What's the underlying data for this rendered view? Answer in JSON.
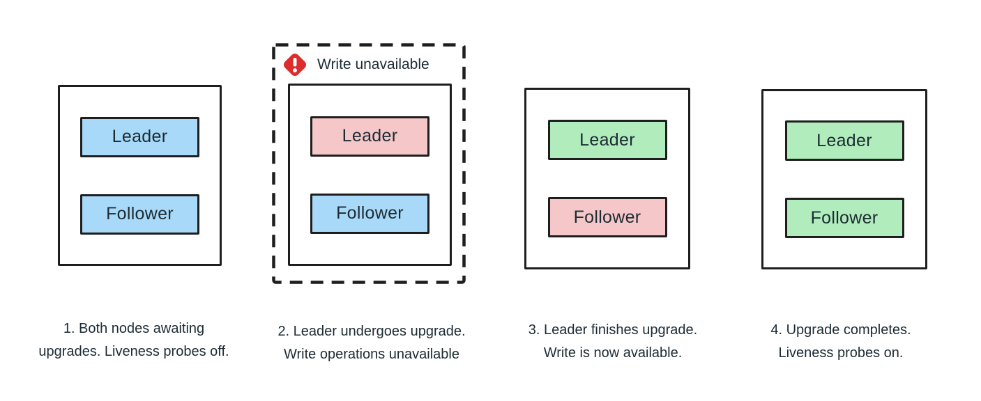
{
  "colors": {
    "background": "#ffffff",
    "outline": "#1e1e1e",
    "text": "#1c2b33",
    "node_blue": "#a8d9f8",
    "node_pink": "#f6c7c9",
    "node_green": "#b0ecbc",
    "alert_red": "#dd2c2c"
  },
  "alert": {
    "icon": "exclamation-diamond-icon",
    "label": "Write unavailable"
  },
  "panels": [
    {
      "leader": {
        "label": "Leader",
        "state": "blue"
      },
      "follower": {
        "label": "Follower",
        "state": "blue"
      },
      "caption_lines": [
        "1. Both nodes awaiting",
        "upgrades. Liveness probes off."
      ]
    },
    {
      "leader": {
        "label": "Leader",
        "state": "pink"
      },
      "follower": {
        "label": "Follower",
        "state": "blue"
      },
      "caption_lines": [
        "2. Leader undergoes upgrade.",
        "Write operations unavailable"
      ]
    },
    {
      "leader": {
        "label": "Leader",
        "state": "green"
      },
      "follower": {
        "label": "Follower",
        "state": "pink"
      },
      "caption_lines": [
        "3. Leader finishes upgrade.",
        "Write is now available."
      ]
    },
    {
      "leader": {
        "label": "Leader",
        "state": "green"
      },
      "follower": {
        "label": "Follower",
        "state": "green"
      },
      "caption_lines": [
        "4. Upgrade completes.",
        "Liveness probes on."
      ]
    }
  ]
}
